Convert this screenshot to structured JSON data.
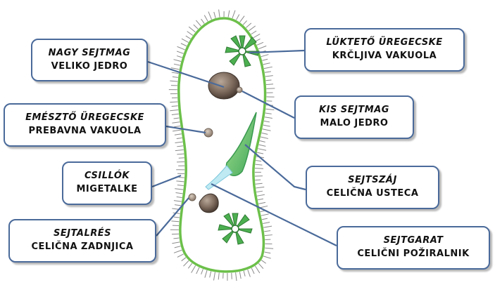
{
  "labels": {
    "nucleus_large": {
      "hu": "NAGY SEJTMAG",
      "sl": "VELIKO JEDRO"
    },
    "contractile_vacuole": {
      "hu": "LÜKTETŐ ÜREGECSKE",
      "sl": "KRČLJIVA VAKUOLA"
    },
    "food_vacuole": {
      "hu": "EMÉSZTŐ ÜREGECSKE",
      "sl": "PREBAVNA VAKUOLA"
    },
    "nucleus_small": {
      "hu": "KIS SEJTMAG",
      "sl": "MALO JEDRO"
    },
    "cilia": {
      "hu": "CSILLÓK",
      "sl": "MIGETALKE"
    },
    "oral_groove": {
      "hu": "SEJTSZÁJ",
      "sl": "CELIČNA USTECA"
    },
    "anal_pore": {
      "hu": "SEJTALRÉS",
      "sl": "CELIČNA ZADNJICA"
    },
    "cytopharynx": {
      "hu": "SEJTGARAT",
      "sl": "CELIČNI POŽIRALNIK"
    }
  },
  "colors": {
    "box_border": "#4a6a9a",
    "leader_line": "#4a6a9a",
    "cell_outline": "#6cc04a",
    "cilia": "#8a8a8a",
    "nucleus": "#7d6a5d",
    "vacuole_star": "#4caf50"
  }
}
